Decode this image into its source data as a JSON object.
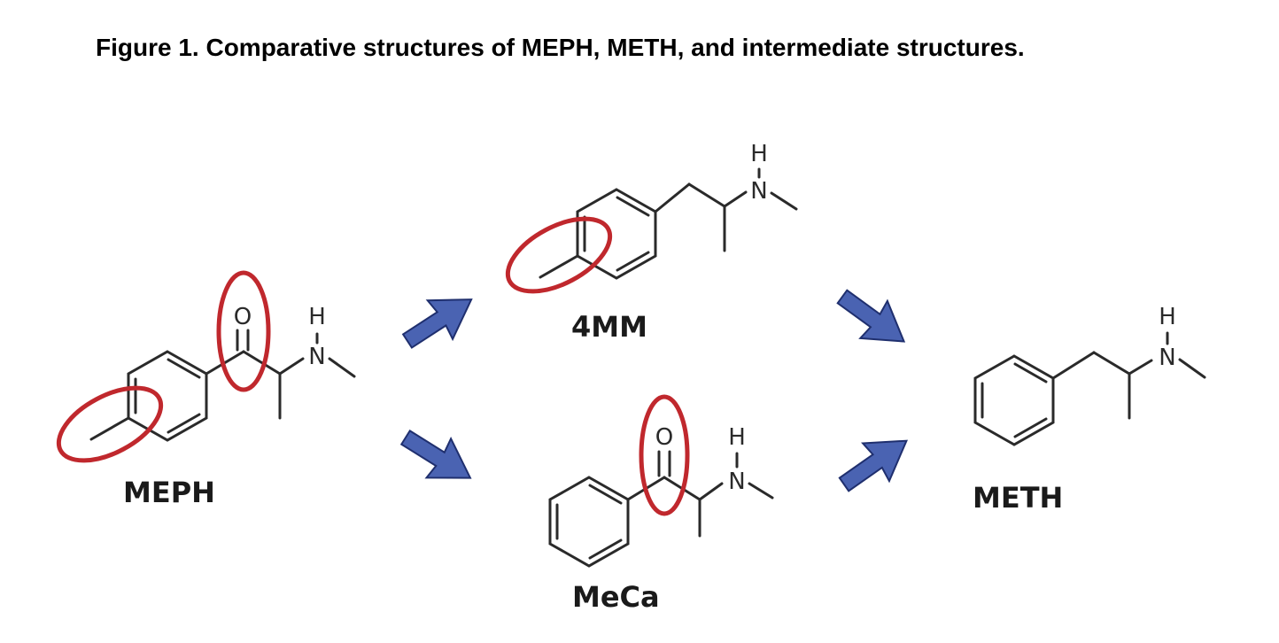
{
  "figure": {
    "caption": "Figure 1. Comparative structures of MEPH, METH, and intermediate structures."
  },
  "compounds": {
    "meph": {
      "label": "MEPH"
    },
    "mm4": {
      "label": "4MM"
    },
    "meca": {
      "label": "MeCa"
    },
    "meth": {
      "label": "METH"
    }
  },
  "atoms": {
    "oxygen": "O",
    "nitrogen": "N",
    "hydrogen": "H"
  },
  "colors": {
    "highlight": "#c0282d",
    "arrow": "#4a63b2",
    "bond": "#2a2a2a"
  },
  "icons": {
    "arrow": "block-arrow-icon",
    "highlight": "red-ellipse-highlight-icon"
  }
}
